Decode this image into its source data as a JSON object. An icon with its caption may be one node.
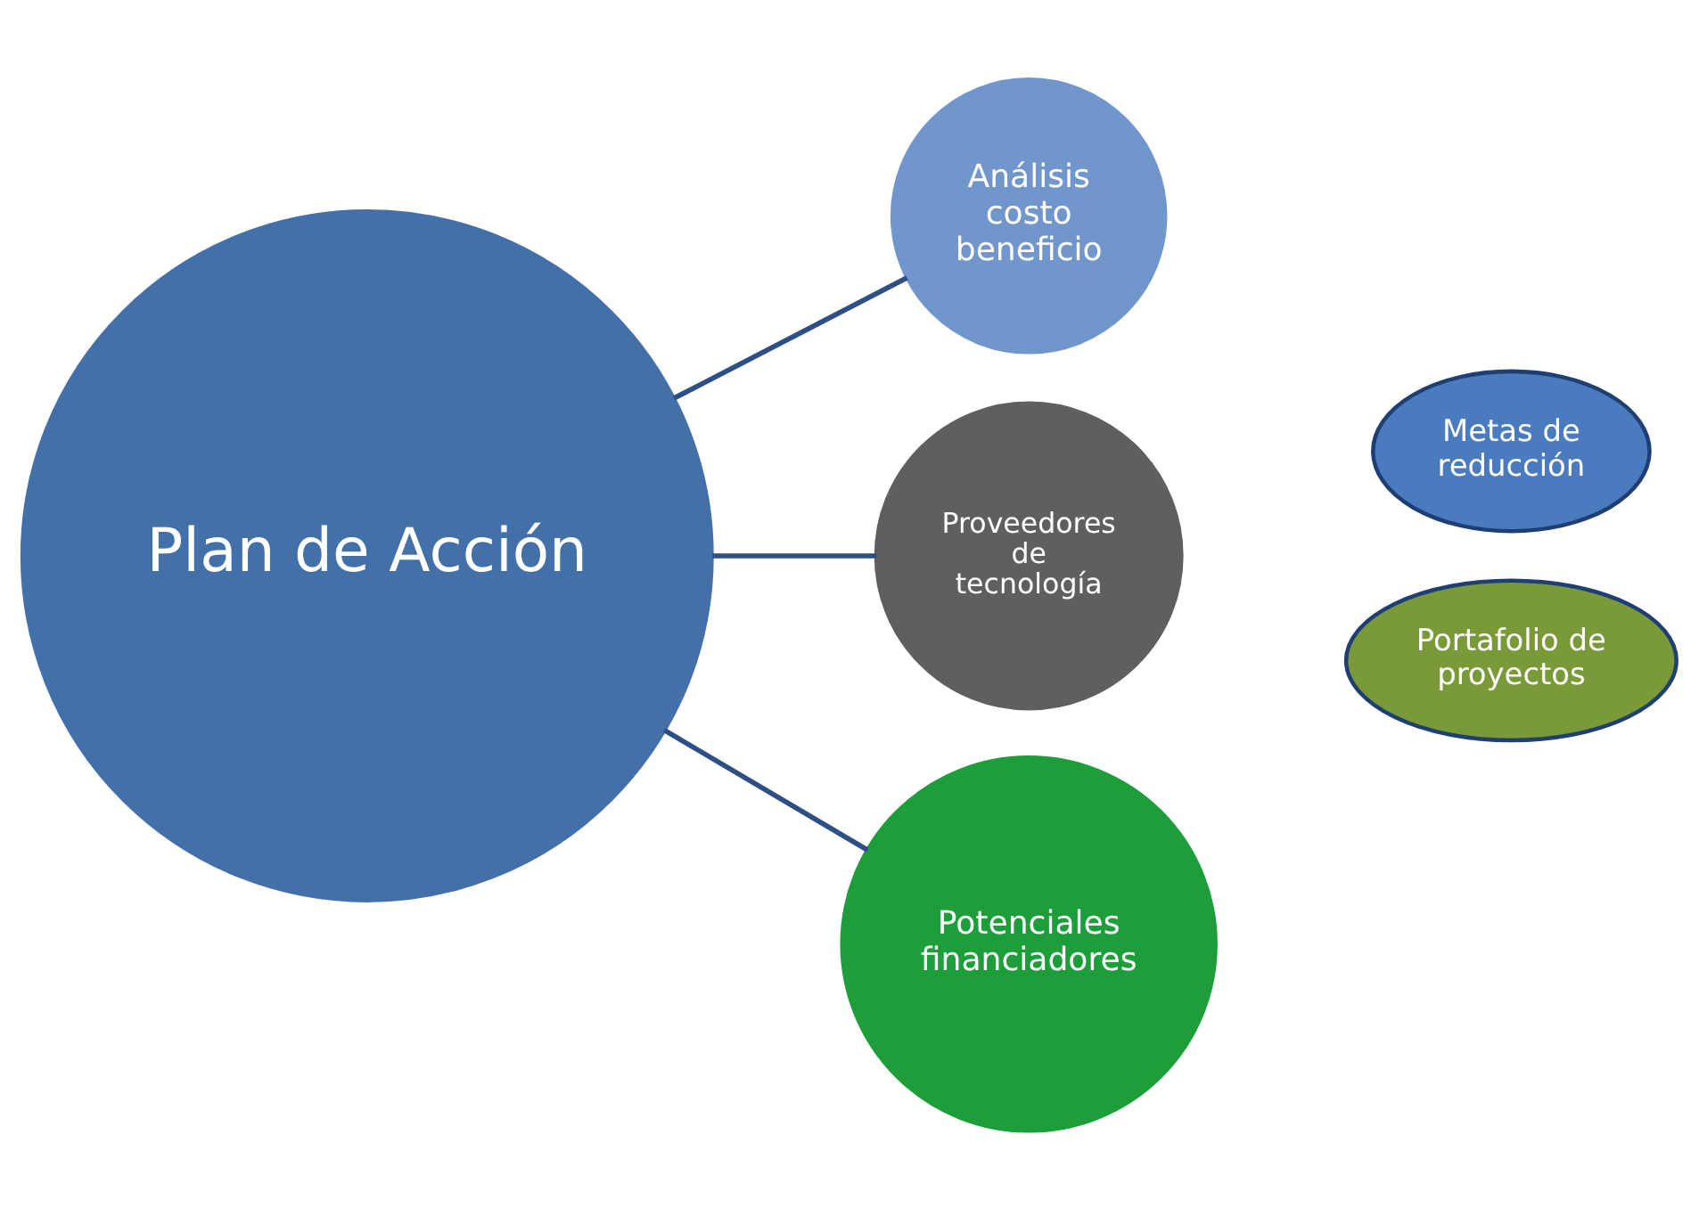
{
  "diagram": {
    "nodes": [
      {
        "text": [
          "Plan de Acción"
        ]
      },
      {
        "text": [
          "Análisis costo beneficio"
        ]
      },
      {
        "text": [
          "Proveedores de tecnología"
        ]
      },
      {
        "text": [
          "Potenciales financiadores"
        ]
      },
      {
        "text": [
          "Metas de reducción"
        ]
      },
      {
        "text": [
          "Portafolio de proyectos"
        ]
      }
    ],
    "edges": [
      {
        "from": 0,
        "to": 1,
        "arrow": "none"
      },
      {
        "from": 0,
        "to": 2,
        "arrow": "none"
      },
      {
        "from": 0,
        "to": 3,
        "arrow": "none"
      }
    ]
  }
}
